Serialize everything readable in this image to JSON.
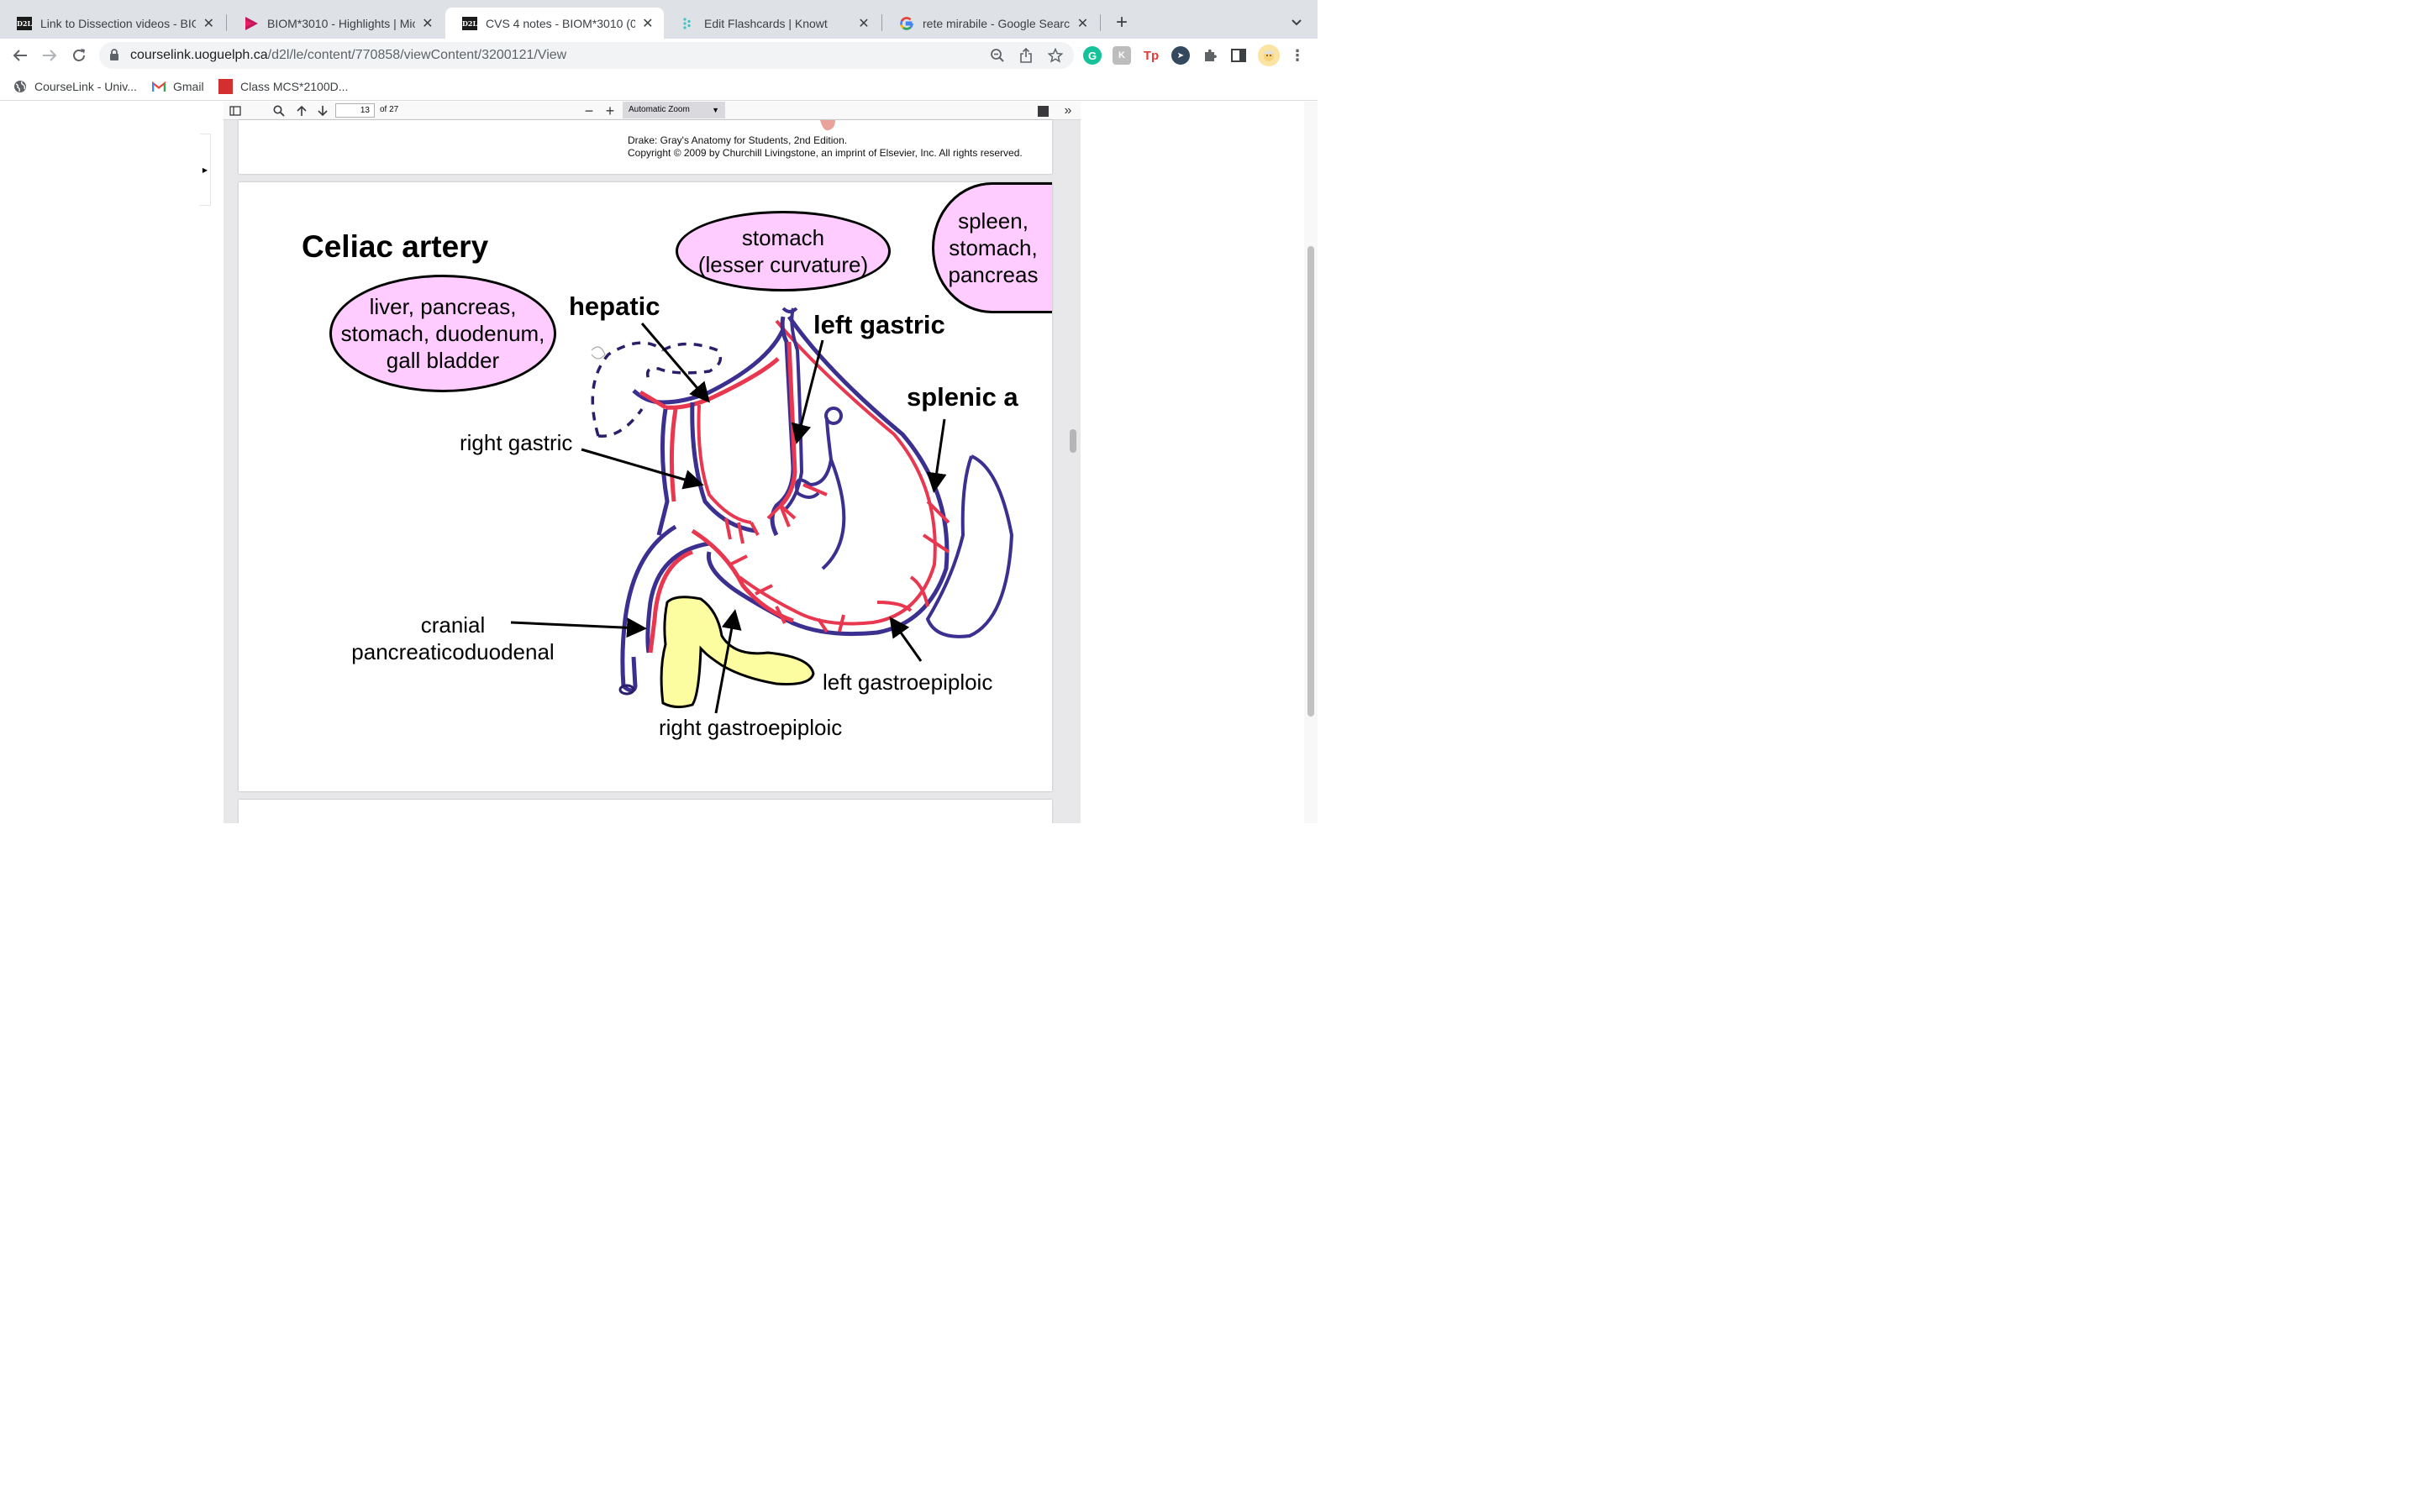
{
  "tabs": [
    {
      "title": "Link to Dissection videos - BIO",
      "favicon": "d2l-icon"
    },
    {
      "title": "BIOM*3010 - Highlights | Micro",
      "favicon": "play-icon"
    },
    {
      "title": "CVS 4 notes - BIOM*3010 (01)",
      "favicon": "d2l-icon",
      "active": true
    },
    {
      "title": "Edit Flashcards | Knowt",
      "favicon": "knowt-icon"
    },
    {
      "title": "rete mirabile - Google Search",
      "favicon": "google-icon"
    }
  ],
  "toolbar": {
    "url_host": "courselink.uoguelph.ca",
    "url_path": "/d2l/le/content/770858/viewContent/3200121/View"
  },
  "bookmarks": [
    {
      "label": "CourseLink - Univ...",
      "icon": "globe-icon"
    },
    {
      "label": "Gmail",
      "icon": "gmail-icon"
    },
    {
      "label": "Class MCS*2100D...",
      "icon": "mcgraw-icon"
    }
  ],
  "pdf": {
    "page_number": "13",
    "page_count": "of 27",
    "zoom": "Automatic Zoom"
  },
  "prev_page": {
    "credit_line1": "Drake: Gray's Anatomy for Students, 2nd Edition.",
    "credit_line2": "Copyright © 2009 by Churchill Livingstone, an imprint of Elsevier, Inc. All rights reserved."
  },
  "slide": {
    "title": "Celiac artery",
    "bubbles": {
      "hepatic_targets": [
        "liver, pancreas,",
        "stomach, duodenum,",
        "gall bladder"
      ],
      "gastric_targets": [
        "stomach",
        "(lesser curvature)"
      ],
      "splenic_targets": [
        "spleen,",
        "stomach,",
        "pancreas"
      ]
    },
    "labels": {
      "hepatic": "hepatic",
      "left_gastric": "left gastric",
      "splenic": "splenic a",
      "right_gastric": "right gastric",
      "cranial_line1": "cranial",
      "cranial_line2": "pancreaticoduodenal",
      "left_gastroepiploic": "left gastroepiploic",
      "right_gastroepiploic": "right gastroepiploic"
    }
  },
  "colors": {
    "bubble_fill": "#ffccff",
    "artery_red": "#e8374f",
    "vessel_outline": "#3b2f8f",
    "pancreas_yellow": "#fcfca0"
  }
}
